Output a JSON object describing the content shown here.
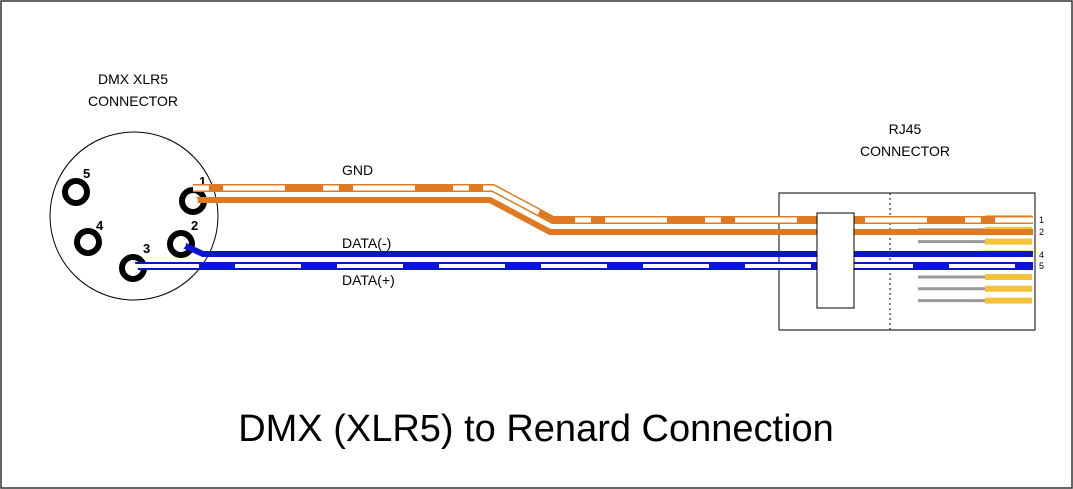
{
  "xlr": {
    "title_line1": "DMX XLR5",
    "title_line2": "CONNECTOR",
    "pins": [
      "5",
      "4",
      "3",
      "2",
      "1"
    ]
  },
  "rj45": {
    "title_line1": "RJ45",
    "title_line2": "CONNECTOR",
    "pins": [
      "1",
      "2",
      "4",
      "5"
    ]
  },
  "wires": {
    "gnd": "GND",
    "data_minus": "DATA(-)",
    "data_plus": "DATA(+)"
  },
  "title": "DMX (XLR5) to Renard Connection",
  "colors": {
    "orange": "#e07a22",
    "blue": "#0a14d2",
    "gold": "#f5c33a",
    "gray": "#9a9a9a"
  }
}
